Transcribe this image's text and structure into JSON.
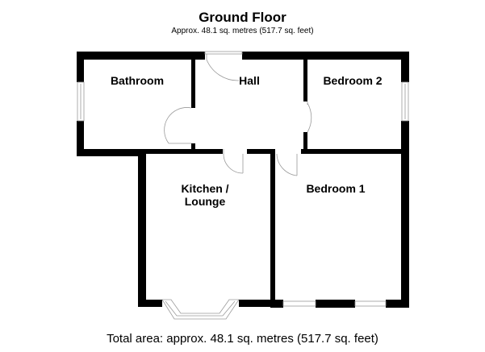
{
  "header": {
    "title": "Ground Floor",
    "subtitle": "Approx. 48.1 sq. metres (517.7 sq. feet)"
  },
  "rooms": [
    {
      "name": "Bathroom"
    },
    {
      "name": "Hall"
    },
    {
      "name": "Bedroom 2"
    },
    {
      "name": "Kitchen /",
      "name_line2": "Lounge"
    },
    {
      "name": "Bedroom 1"
    }
  ],
  "footer": {
    "total_area": "Total area: approx. 48.1 sq. metres (517.7 sq. feet)"
  },
  "colors": {
    "wall": "#000000",
    "window_frame": "#9a9a9a",
    "door_arc": "#9a9a9a",
    "background": "#ffffff"
  }
}
